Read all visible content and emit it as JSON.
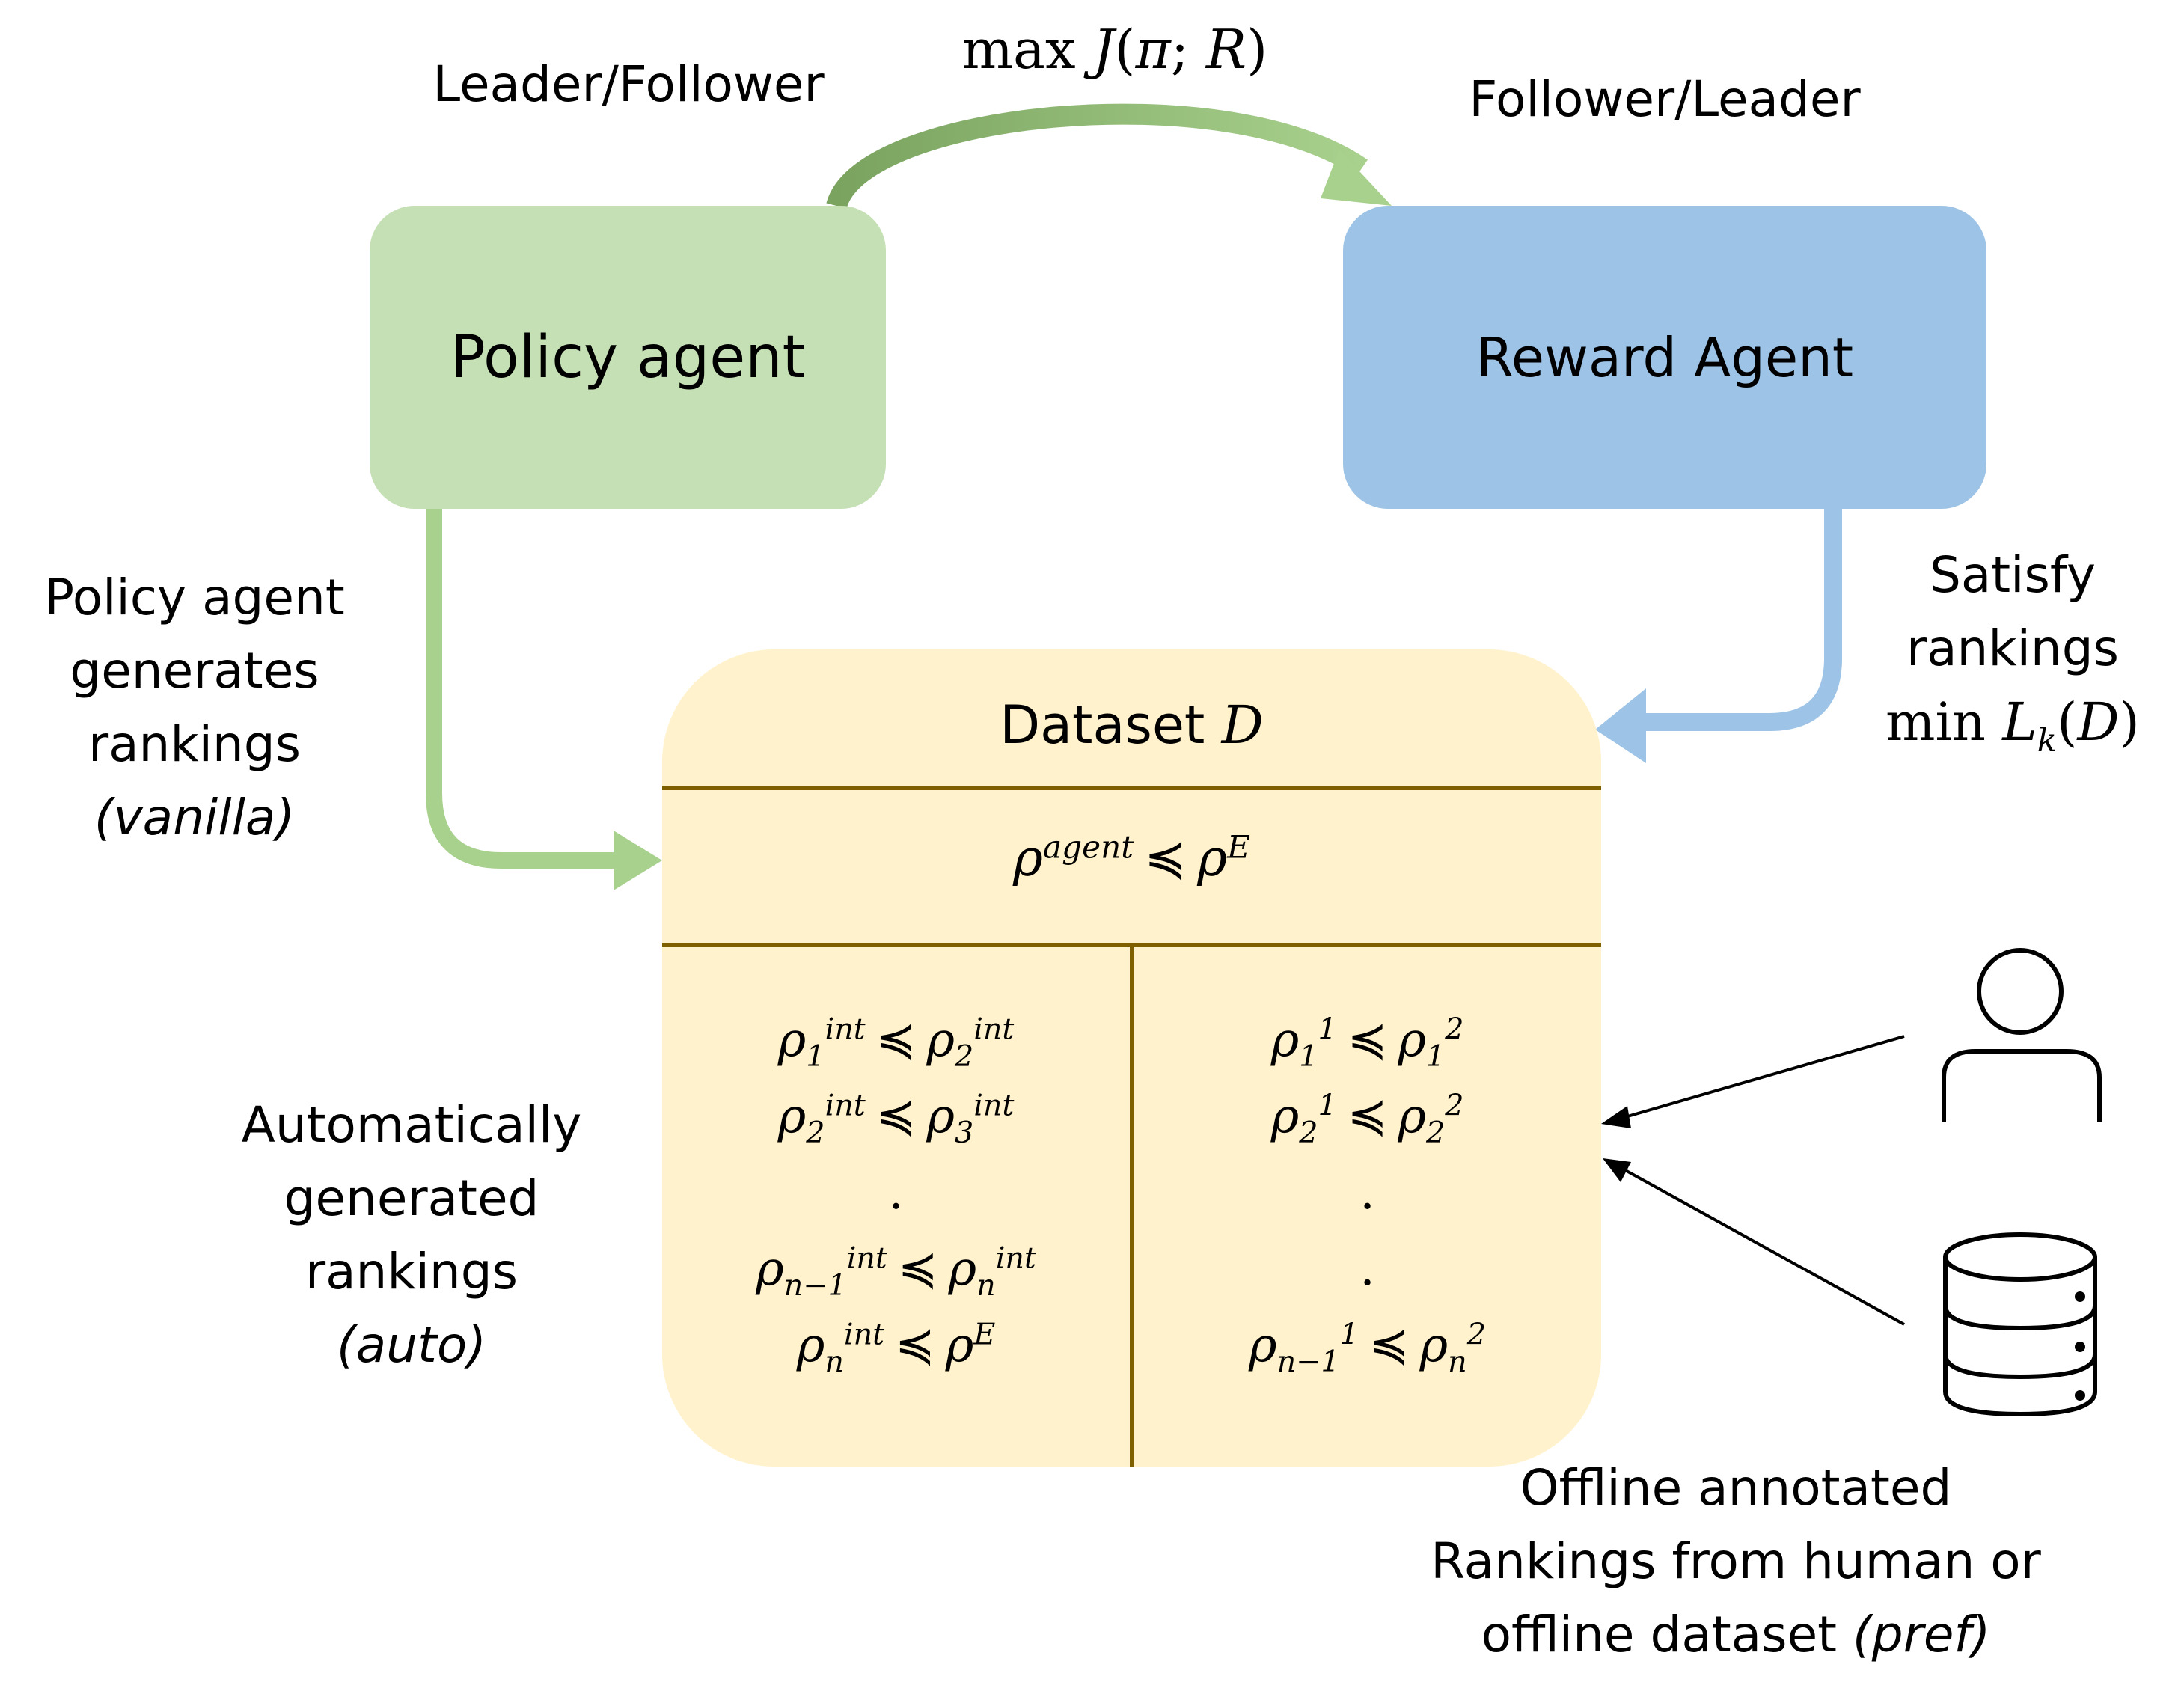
{
  "top_objective": "max J(π; R)",
  "left_role": "Leader/Follower",
  "right_role": "Follower/Leader",
  "policy_box": {
    "label": "Policy agent",
    "color": "#c5e0b4"
  },
  "reward_box": {
    "label": "Reward Agent",
    "color": "#9dc3e6"
  },
  "left_annotation": {
    "lines": [
      "Policy agent",
      "generates",
      "rankings"
    ],
    "tag": "(vanilla)"
  },
  "right_annotation": {
    "lines": [
      "Satisfy",
      "rankings"
    ],
    "formula": "min L_k(D)"
  },
  "dataset": {
    "title": "Dataset D",
    "color": "#fff2cc",
    "border_color": "#7f6000",
    "top_relation": "ρ^agent ≼ ρ^E",
    "auto_rankings": [
      "ρ_1^int ≼ ρ_2^int",
      "ρ_2^int ≼ ρ_3^int",
      ".",
      "ρ_{n-1}^int ≼ ρ_n^int",
      "ρ_n^int ≼ ρ^E"
    ],
    "pref_rankings": [
      "ρ_1^1 ≼ ρ_1^2",
      "ρ_2^1 ≼ ρ_2^2",
      ".",
      ".",
      "ρ_{n-1}^1 ≼ ρ_n^2"
    ]
  },
  "auto_annotation": {
    "lines": [
      "Automatically",
      "generated",
      "rankings"
    ],
    "tag": "(auto)"
  },
  "offline_annotation": {
    "lines": [
      "Offline annotated",
      "Rankings from human or"
    ],
    "last_line": "offline dataset",
    "tag": "(pref)"
  },
  "icons": [
    "person-icon",
    "database-icon"
  ],
  "colors": {
    "green_arrow": "#a9d18e",
    "green_arrow_dark": "#7aa35f",
    "blue_arrow": "#9dc3e6"
  }
}
